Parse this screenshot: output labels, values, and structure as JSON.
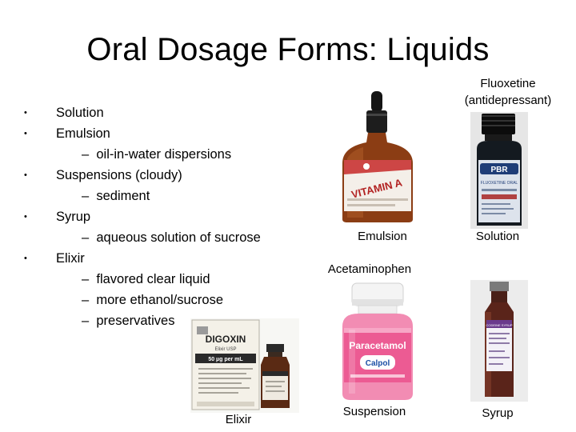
{
  "slide": {
    "title": "Oral Dosage Forms: Liquids",
    "bullets": [
      {
        "level": 1,
        "marker": "•",
        "text": "Solution"
      },
      {
        "level": 1,
        "marker": "•",
        "text": "Emulsion"
      },
      {
        "level": 2,
        "marker": "–",
        "text": "oil-in-water dispersions"
      },
      {
        "level": 1,
        "marker": "•",
        "text": "Suspensions (cloudy)"
      },
      {
        "level": 2,
        "marker": "–",
        "text": "sediment"
      },
      {
        "level": 1,
        "marker": "•",
        "text": "Syrup"
      },
      {
        "level": 2,
        "marker": "–",
        "text": "aqueous solution of sucrose"
      },
      {
        "level": 1,
        "marker": "•",
        "text": "Elixir"
      },
      {
        "level": 2,
        "marker": "–",
        "text": "flavored clear liquid"
      },
      {
        "level": 2,
        "marker": "–",
        "text": "more ethanol/sucrose"
      },
      {
        "level": 2,
        "marker": "–",
        "text": "preservatives"
      }
    ],
    "captions": {
      "fluoxetine_line1": "Fluoxetine",
      "fluoxetine_line2": "(antidepressant)",
      "emulsion": "Emulsion",
      "solution": "Solution",
      "acetaminophen": "Acetaminophen",
      "suspension": "Suspension",
      "syrup": "Syrup",
      "elixir": "Elixir"
    },
    "labels": {
      "vitamin": "VITAMIN A",
      "pbr": "PBR",
      "fluoxetine_label": "FLUOXETINE ORAL",
      "paracetamol": "Paracetamol",
      "calpol": "Calpol",
      "digoxin": "DIGOXIN",
      "digoxin_sub": "Elixir USP",
      "digoxin_strength": "50 µg per mL",
      "syrup_label": "CODEINE SYRUP"
    }
  }
}
